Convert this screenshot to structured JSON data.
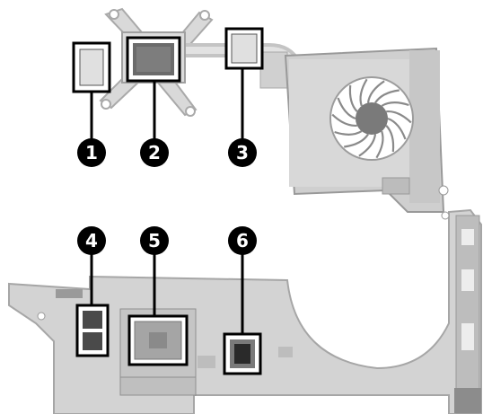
{
  "figure": {
    "callouts": [
      {
        "number": "1",
        "target": "thermal-pad"
      },
      {
        "number": "2",
        "target": "thermal-paste"
      },
      {
        "number": "3",
        "target": "thermal-pad"
      },
      {
        "number": "4",
        "target": "thermal-pad"
      },
      {
        "number": "5",
        "target": "thermal-paste"
      },
      {
        "number": "6",
        "target": "thermal-pad"
      }
    ],
    "colors": {
      "metal": "#d6d6d6",
      "metal_edge": "#a8a8a8",
      "board": "#cfcfcf",
      "pad_light": "#e0e0e0",
      "pad_dark": "#6b6b6b",
      "callout": "#000000"
    }
  }
}
